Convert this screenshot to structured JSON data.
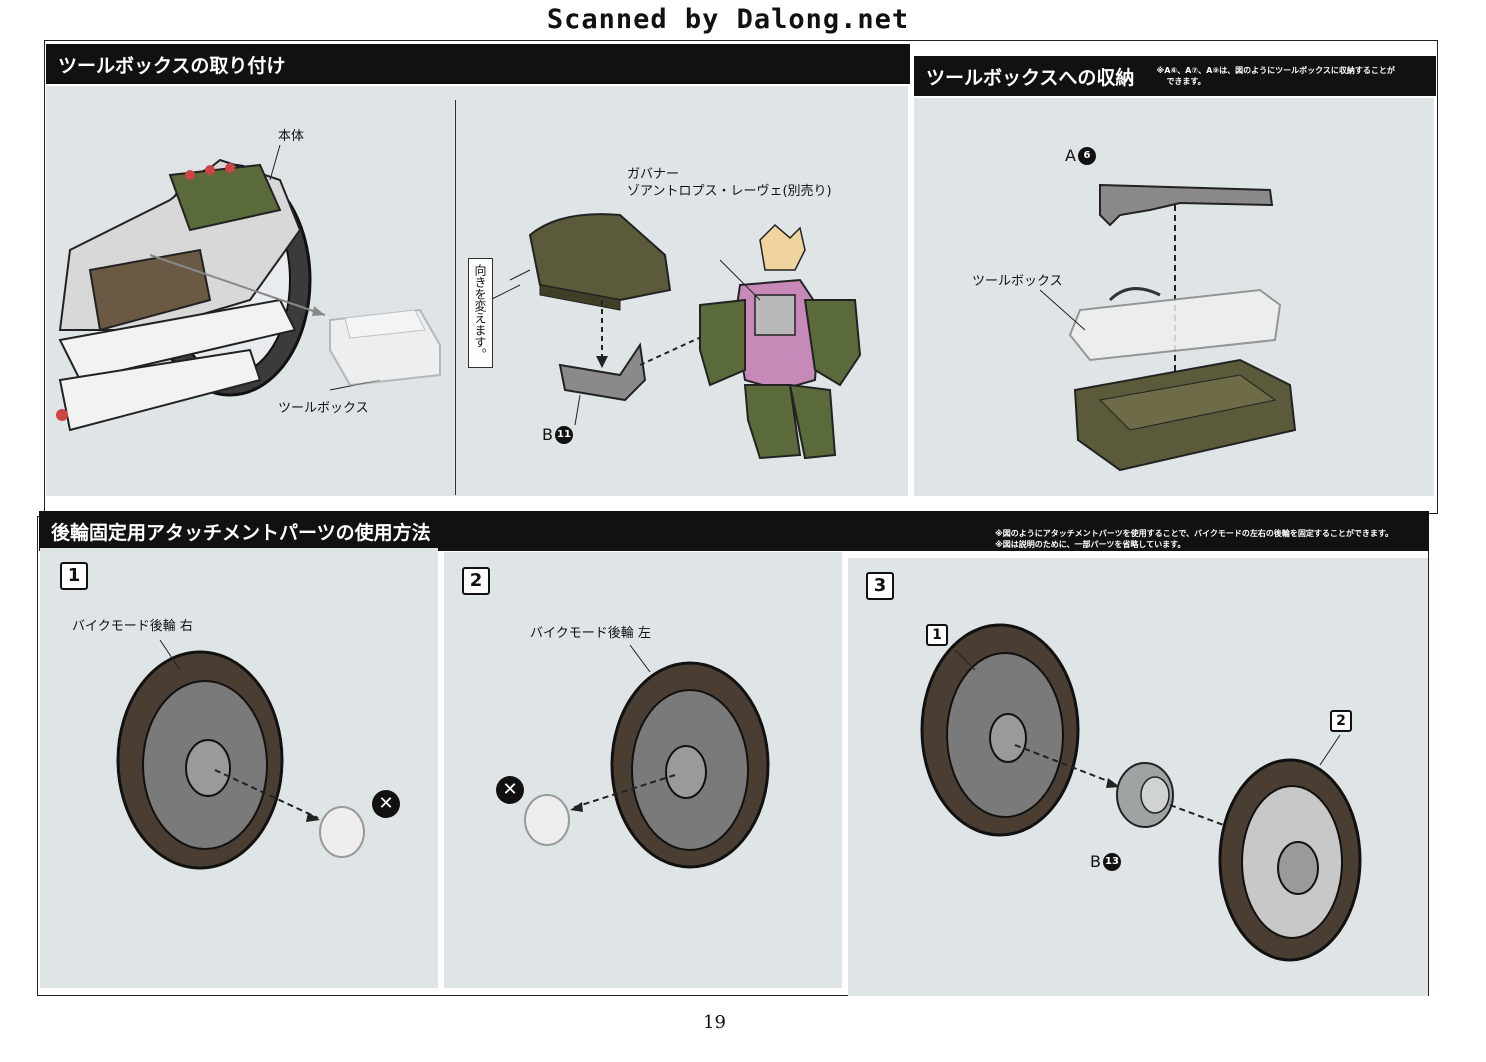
{
  "watermark": "Scanned by Dalong.net",
  "sections": {
    "toolbox_attach": {
      "title": "ツールボックスの取り付け",
      "label_body": "本体",
      "label_toolbox": "ツールボックス",
      "vertical_note": "向きを変えます。",
      "governor_label_line1": "ガバナー",
      "governor_label_line2": "ゾアントロプス・レーヴェ(別売り)",
      "part_b11": {
        "letter": "B",
        "number": "11"
      }
    },
    "toolbox_storage": {
      "title": "ツールボックスへの収納",
      "note_line1": "※A⑥、A⑦、A⑨は、図のようにツールボックスに収納することが",
      "note_line2": "できます。",
      "label_toolbox": "ツールボックス",
      "part_a6": {
        "letter": "A",
        "number": "6"
      }
    },
    "rear_wheel": {
      "title": "後輪固定用アタッチメントパーツの使用方法",
      "note_line1": "※図のようにアタッチメントパーツを使用することで、バイクモードの左右の後輪を固定することができます。",
      "note_line2": "※図は説明のために、一部パーツを省略しています。",
      "steps": [
        {
          "number": "1",
          "label": "バイクモード後輪 右"
        },
        {
          "number": "2",
          "label": "バイクモード後輪 左"
        },
        {
          "number": "3",
          "sub1": "1",
          "sub2": "2",
          "part": {
            "letter": "B",
            "number": "13"
          }
        }
      ]
    }
  },
  "page_number": "19",
  "colors": {
    "header": "#111111",
    "panel": "#dfe5e7",
    "olive": "#5b6a3a",
    "tire": "#4a3e33",
    "pink": "#c78ab8"
  },
  "icons": [
    "cross-circle-icon",
    "arrow-dashed-icon"
  ]
}
